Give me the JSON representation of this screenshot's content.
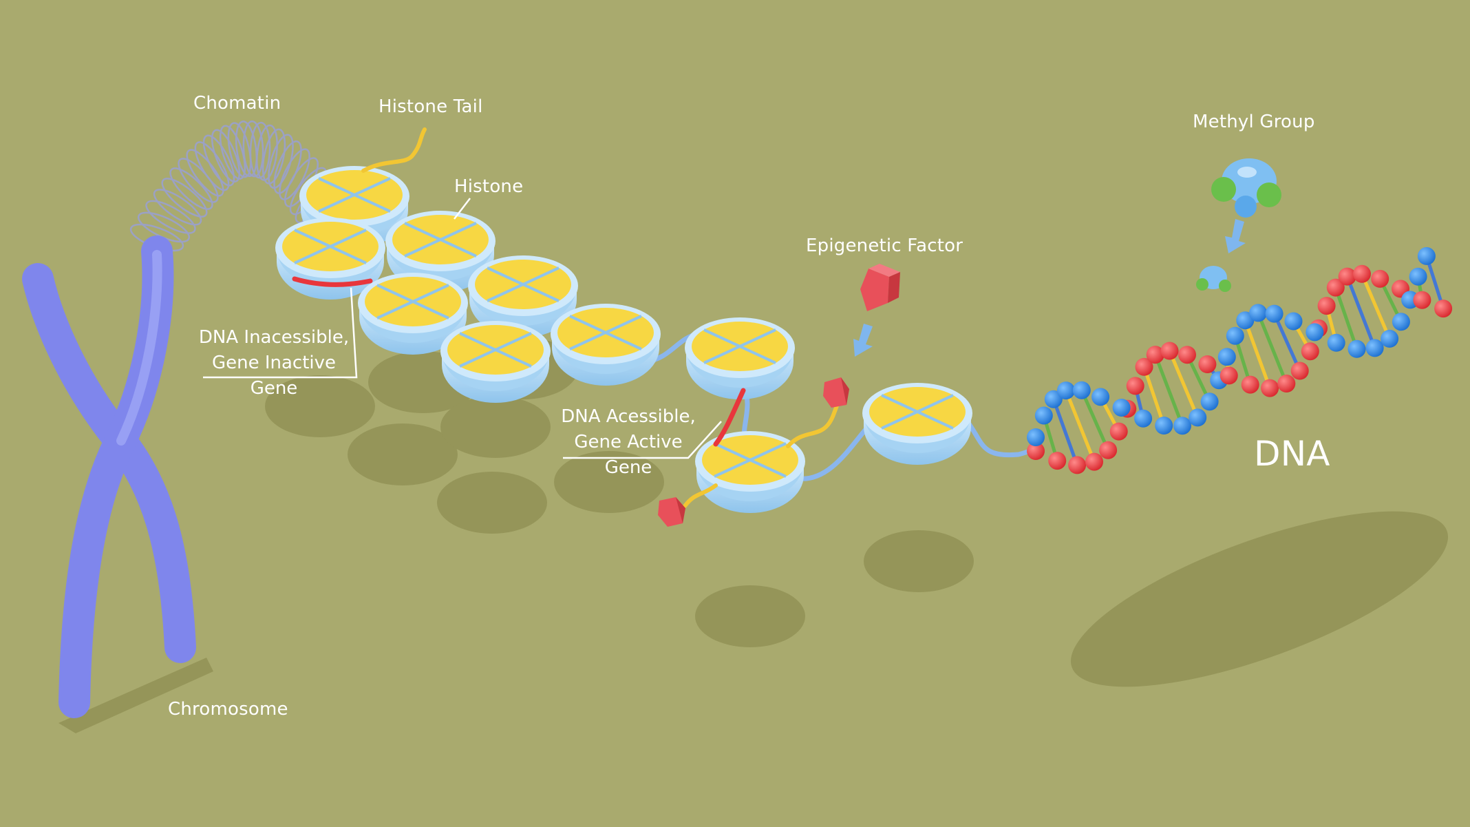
{
  "colors": {
    "background": "#a9aa6e",
    "shadow": "#959559",
    "chromosome": "#7f86ec",
    "chromosome_shade": "#6a72de",
    "histone_top": "#f7d743",
    "histone_shell": "#b8def7",
    "histone_shell_dark": "#8fc4ec",
    "dna_strand": "#8ab6ee",
    "bead_red": "#e8363c",
    "bead_blue": "#2c86e0",
    "bar_yellow": "#f2c633",
    "bar_green": "#67b34a",
    "bar_blue": "#4478d4",
    "epigenetic_factor": "#e8505a",
    "histone_tail": "#f2c633",
    "methyl_blue": "#7fbff2",
    "methyl_green": "#6abf4b",
    "label_text": "#ffffff"
  },
  "labels": {
    "chromatin": "Chomatin",
    "histone_tail": "Histone Tail",
    "histone": "Histone",
    "methyl_group": "Methyl Group",
    "epigenetic_factor": "Epigenetic Factor",
    "inaccessible_line1": "DNA Inacessible,",
    "inaccessible_line2": "Gene Inactive",
    "inaccessible_line3": "Gene",
    "accessible_line1": "DNA Acessible,",
    "accessible_line2": "Gene Active",
    "accessible_line3": "Gene",
    "dna": "DNA",
    "chromosome": "Chromosome"
  }
}
